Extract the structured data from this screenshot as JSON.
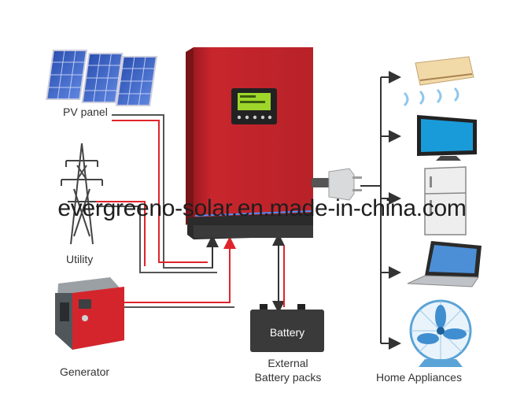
{
  "labels": {
    "pv_panel": "PV panel",
    "utility": "Utility",
    "generator": "Generator",
    "battery": "Battery",
    "external_battery_line1": "External",
    "external_battery_line2": "Battery packs",
    "home_appliances": "Home Appliances"
  },
  "watermark": "evergreeno-solar.en.made-in-china.com",
  "colors": {
    "inverter_red": "#c8262d",
    "wire_red": "#e0242b",
    "wire_gray": "#555555",
    "lcd_green": "#9ed62a",
    "battery_body": "#3a3a3a"
  },
  "icons": [
    "solar-panel-icon",
    "power-tower-icon",
    "generator-icon",
    "inverter-icon",
    "plug-icon",
    "air-conditioner-icon",
    "tv-icon",
    "refrigerator-icon",
    "laptop-icon",
    "fan-icon",
    "battery-icon"
  ]
}
